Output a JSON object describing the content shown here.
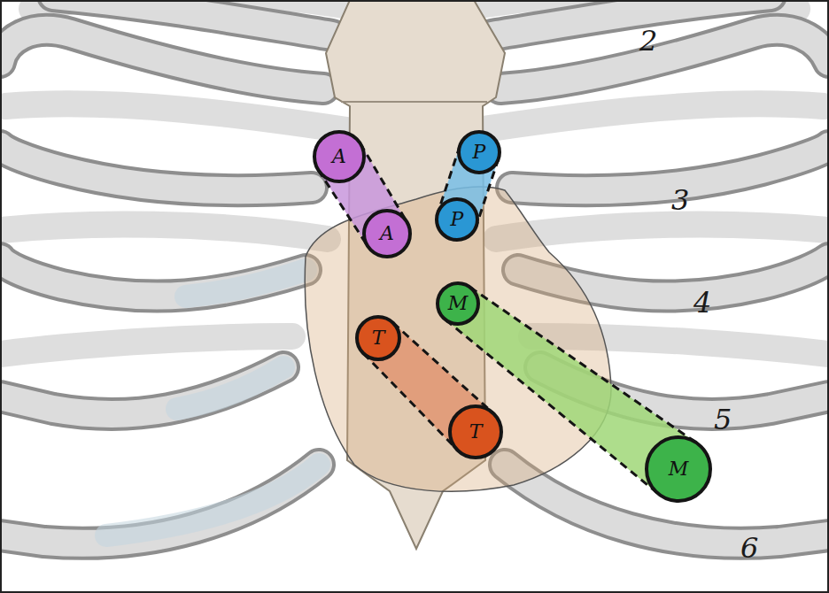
{
  "diagram": {
    "nodes": [
      {
        "text": [
          "A"
        ]
      },
      {
        "text": [
          "P"
        ]
      },
      {
        "text": [
          "P"
        ]
      },
      {
        "text": [
          "A"
        ]
      },
      {
        "text": [
          "M"
        ]
      },
      {
        "text": [
          "T"
        ]
      },
      {
        "text": [
          "T"
        ]
      },
      {
        "text": [
          "M"
        ]
      }
    ],
    "edges": [
      {
        "from": 0,
        "to": 3,
        "arrow": "none"
      },
      {
        "from": 1,
        "to": 2,
        "arrow": "none"
      },
      {
        "from": 4,
        "to": 7,
        "arrow": "none"
      },
      {
        "from": 5,
        "to": 6,
        "arrow": "none"
      }
    ],
    "labels": [
      "2",
      "3",
      "4",
      "5",
      "6"
    ]
  }
}
